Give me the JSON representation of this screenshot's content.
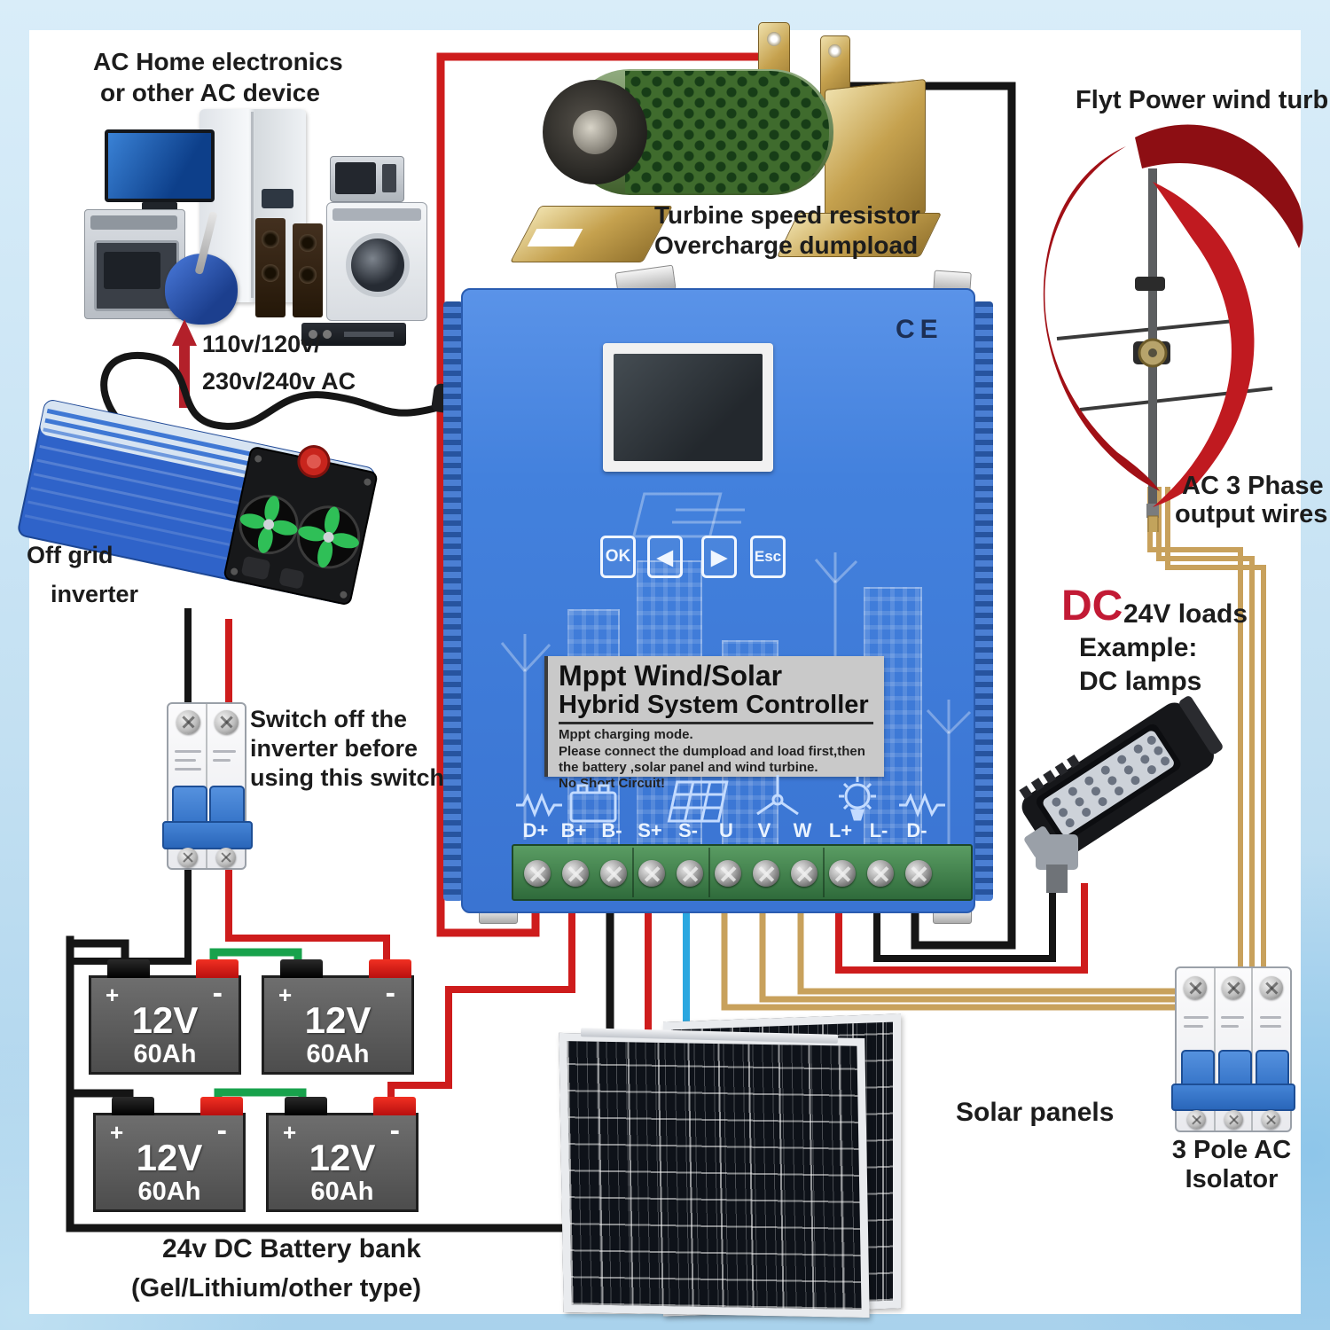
{
  "page": {
    "bg_frame": "#cfe7f8",
    "bg_content": "#ffffff"
  },
  "colors": {
    "wire_red": "#ce1c1c",
    "wire_black": "#151515",
    "wire_tan": "#c8a15c",
    "wire_blue": "#2ba7e0",
    "wire_green": "#18a24c",
    "arrow_red": "#b3202a",
    "controller_blue": "#3f7cd9",
    "terminal_green": "#3c7d49",
    "dc_red": "#c21a35"
  },
  "appliances": {
    "line1": "AC Home electronics",
    "line2": "or other AC device",
    "voltage1": "110v/120v/",
    "voltage2": "230v/240v AC"
  },
  "inverter": {
    "line1": "Off grid",
    "line2": "inverter"
  },
  "inverter_switch": {
    "line1": "Switch off the",
    "line2": "inverter before",
    "line3": "using this switch"
  },
  "dumpload": {
    "line1": "Turbine speed resistor",
    "line2": "Overcharge dumpload"
  },
  "wind_turbine": {
    "label": "Flyt Power wind turbine",
    "output1": "AC 3 Phase",
    "output2": "output wires"
  },
  "dc_loads": {
    "dc": "DC",
    "loads": "24V loads",
    "example": "Example:",
    "lamps": "DC lamps"
  },
  "controller": {
    "title1": "Mppt Wind/Solar",
    "title2": "Hybrid System Controller",
    "note1": "Mppt charging mode.",
    "note2": "Please connect the dumpload and load first,then",
    "note3": "the battery ,solar panel and wind turbine.",
    "note4": "No Short Circuit!",
    "ce": "CE",
    "btn_ok": "OK",
    "btn_left": "◀",
    "btn_right": "▶",
    "btn_esc": "Esc",
    "terminals": [
      "D+",
      "B+",
      "B-",
      "S+",
      "S-",
      "U",
      "V",
      "W",
      "L+",
      "L-",
      "D-"
    ]
  },
  "battery": {
    "voltage": "12V",
    "capacity": "60Ah",
    "plus": "+",
    "minus": "-"
  },
  "battery_bank": {
    "line1": "24v DC Battery bank",
    "line2": "(Gel/Lithium/other type)"
  },
  "solar": {
    "label": "Solar panels"
  },
  "isolator": {
    "line1": "3 Pole AC",
    "line2": "Isolator"
  },
  "icons": {
    "zigzag": "dump-resistor",
    "battery": "battery-bank",
    "solar": "solar-panel",
    "wind": "wind-turbine",
    "lamp": "dc-lamp"
  }
}
